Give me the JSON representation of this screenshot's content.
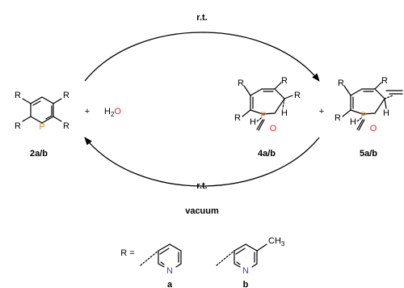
{
  "reaction": {
    "forward_condition": "r.t.",
    "reverse_condition_line1": "r.t.",
    "reverse_condition_line2": "vacuum",
    "plus_1": "+",
    "plus_2": "+",
    "water": {
      "prefix": "H",
      "subscript": "2",
      "oxygen": "O"
    }
  },
  "compounds": {
    "c2": {
      "label": "2a/b",
      "R": "R",
      "P": "P"
    },
    "c4": {
      "label": "4a/b",
      "R": "R",
      "P": "P",
      "O": "O",
      "H": "H"
    },
    "c5": {
      "label": "5a/b",
      "R": "R",
      "P": "P",
      "O": "O",
      "H": "H"
    }
  },
  "substituents": {
    "R_equals": "R =",
    "a": {
      "label": "a",
      "N": "N"
    },
    "b": {
      "label": "b",
      "N": "N",
      "methyl": "CH",
      "methyl_sub": "3"
    }
  },
  "colors": {
    "phosphorus": "#e8891e",
    "oxygen": "#e0261c",
    "nitrogen": "#2a4fbf"
  }
}
